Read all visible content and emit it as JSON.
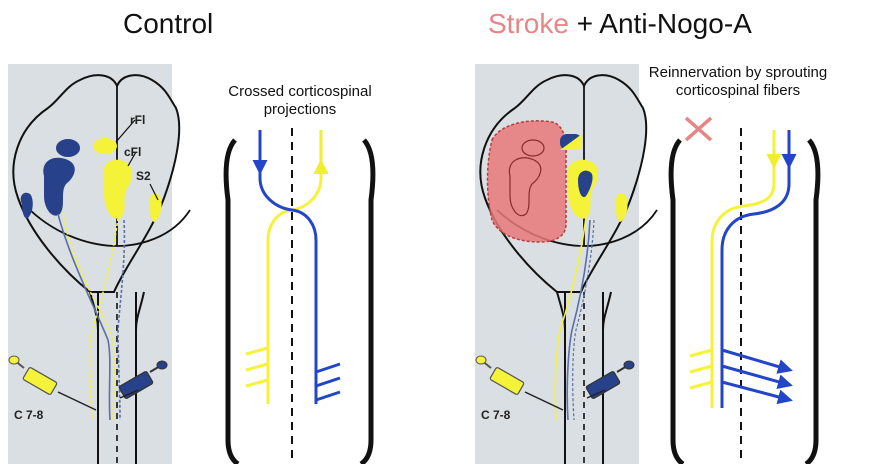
{
  "titles": {
    "left": "Control",
    "right_stroke": "Stroke",
    "right_rest": " + Anti-Nogo-A"
  },
  "captions": {
    "left": [
      "Crossed corticospinal",
      "projections"
    ],
    "right": [
      "Reinnervation by sprouting",
      "corticospinal fibers"
    ]
  },
  "brain_labels": {
    "rfl": "rFl",
    "cfl": "cFl",
    "s2": "S2",
    "level_left": "C 7-8",
    "level_right": "C 7-8"
  },
  "colors": {
    "panel_bg": "#d9dfe2",
    "yellow": "#f5f23a",
    "blue": "#2346c8",
    "dark_blue": "#27418a",
    "stroke_red": "#e98585",
    "lesion_fill": "#e7787a",
    "cross": "#e98585"
  }
}
